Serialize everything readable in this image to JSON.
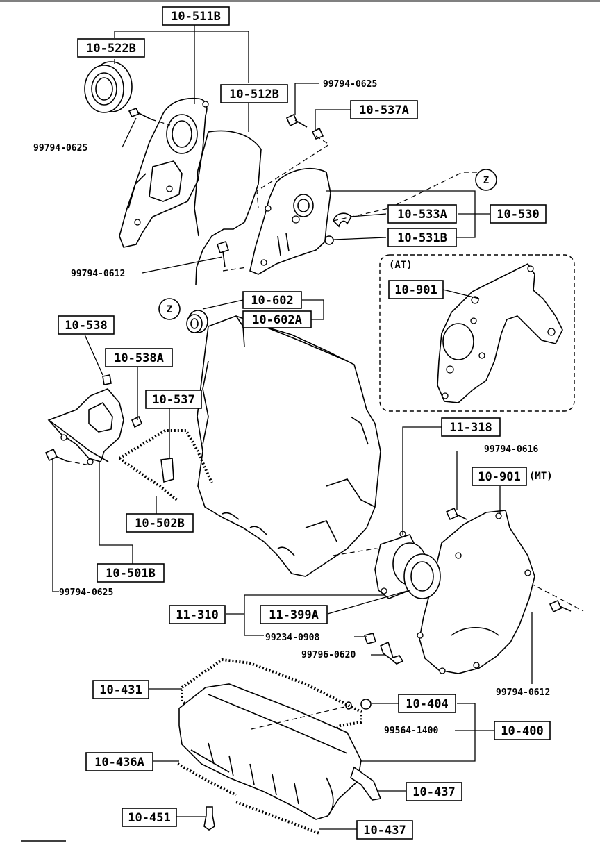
{
  "labels": {
    "p_10_511B": "10-511B",
    "p_10_522B": "10-522B",
    "p_10_512B": "10-512B",
    "p_10_537A": "10-537A",
    "p_10_533A": "10-533A",
    "p_10_530": "10-530",
    "p_10_531B": "10-531B",
    "p_10_901_at": "10-901",
    "p_10_602": "10-602",
    "p_10_602A": "10-602A",
    "p_10_538": "10-538",
    "p_10_538A": "10-538A",
    "p_10_537": "10-537",
    "p_11_318": "11-318",
    "p_10_901_mt": "10-901",
    "p_10_502B": "10-502B",
    "p_10_501B": "10-501B",
    "p_11_310": "11-310",
    "p_11_399A": "11-399A",
    "p_10_431": "10-431",
    "p_10_404": "10-404",
    "p_10_400": "10-400",
    "p_10_436A": "10-436A",
    "p_10_437_a": "10-437",
    "p_10_451": "10-451",
    "p_10_437_b": "10-437"
  },
  "numbers": {
    "n_top_right": "99794-0625",
    "n_top_left": "99794-0625",
    "n_mid": "99794-0612",
    "n_0616": "99794-0616",
    "n_bottom_left": "99794-0625",
    "n_0908": "99234-0908",
    "n_0620": "99796-0620",
    "n_right_0612": "99794-0612",
    "n_1400": "99564-1400"
  },
  "notes": {
    "at": "(AT)",
    "mt": "(MT)",
    "z_top": "Z",
    "z_left": "Z"
  }
}
